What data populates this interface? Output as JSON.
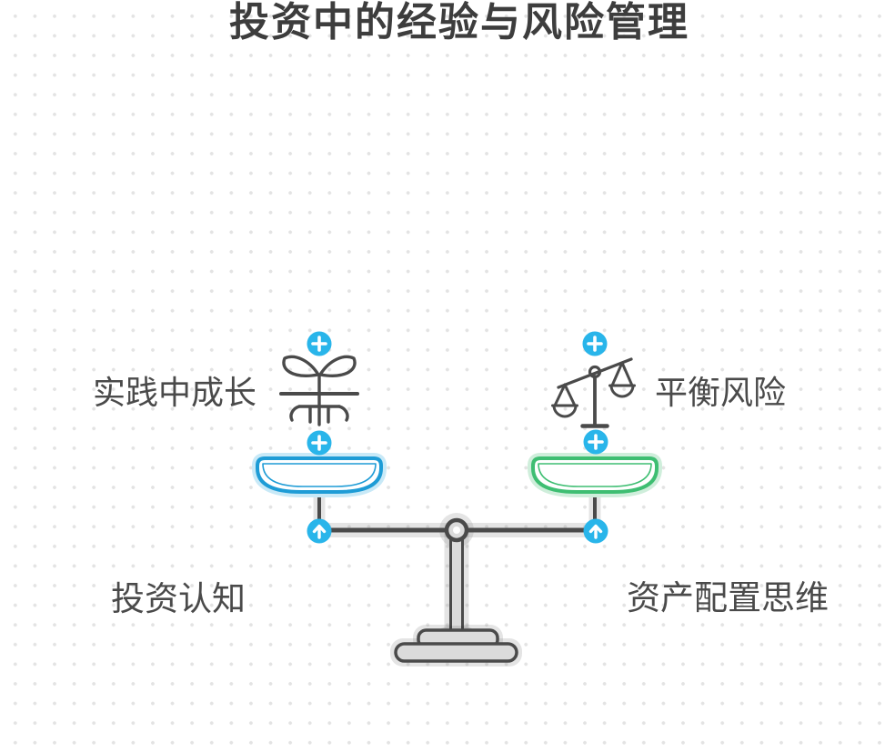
{
  "title": "投资中的经验与风险管理",
  "colors": {
    "accent": "#29B5EA",
    "pan-blue": "#1E9CD6",
    "pan-blue-halo": "#C8E9F7",
    "pan-green": "#3EBE72",
    "pan-green-halo": "#CFEEDB",
    "ink": "#4A4A4A",
    "title-ink": "#3D3D3D",
    "label-ink": "#4A4A4A",
    "stand-fill": "#DBDBDB",
    "dot": "#E3E3E3",
    "background": "#FFFFFF"
  },
  "diagram": {
    "left_branch": {
      "topic": "实践中成长",
      "subtopic": "投资认知",
      "icon": "seedling-icon",
      "pan_color": "blue"
    },
    "right_branch": {
      "topic": "平衡风险",
      "subtopic": "资产配置思维",
      "icon": "balance-scale-icon",
      "pan_color": "green"
    },
    "icons": {
      "plus-icon": "+",
      "arrow-up-icon": "↑",
      "seedling-icon": "seedling",
      "balance-scale-icon": "balance-scale"
    }
  }
}
